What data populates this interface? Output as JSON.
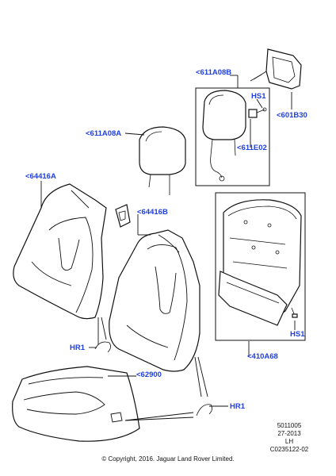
{
  "callouts": {
    "c611A08B": "<611A08B",
    "cHS1_top": "HS1",
    "c601B30": "<601B30",
    "c611A08A": "<611A08A",
    "c611E02": "<611E02",
    "c64416A": "<64416A",
    "c64416B": "<64416B",
    "cHR1_left": "HR1",
    "c62900": "<62900",
    "cHS1_bottom": "HS1",
    "c410A68": "<410A68",
    "cHR1_bottom": "HR1"
  },
  "meta": {
    "line1": "5011005",
    "line2": "27-2013",
    "line3": "LH",
    "line4": "C0235122-02"
  },
  "copyright": "© Copyright, 2016. Jaguar Land Rover Limited.",
  "colors": {
    "callout": "#1f3fe0",
    "line": "#111111",
    "background": "#ffffff"
  }
}
